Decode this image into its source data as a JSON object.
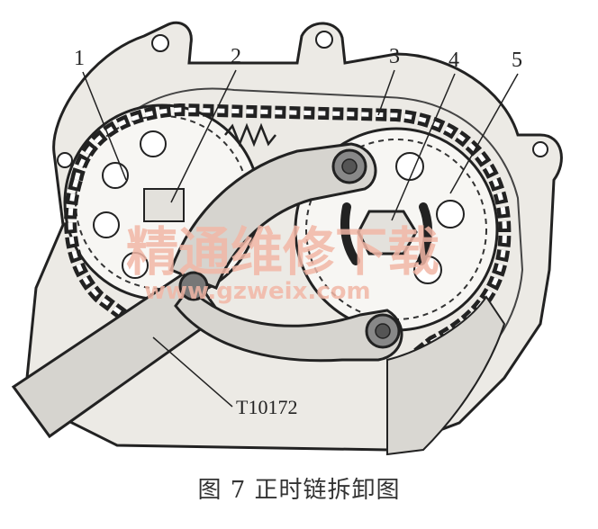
{
  "labels": [
    "1",
    "2",
    "3",
    "4",
    "5"
  ],
  "tool_label": "T10172",
  "watermark": {
    "cn": "精通维修下载",
    "url": "www.gzweix.com"
  },
  "caption": "图 7  正时链拆卸图",
  "colors": {
    "line": "#222222",
    "shade": "#d6d4cf",
    "dark": "#555555",
    "watermark": "#f2b7a6"
  }
}
